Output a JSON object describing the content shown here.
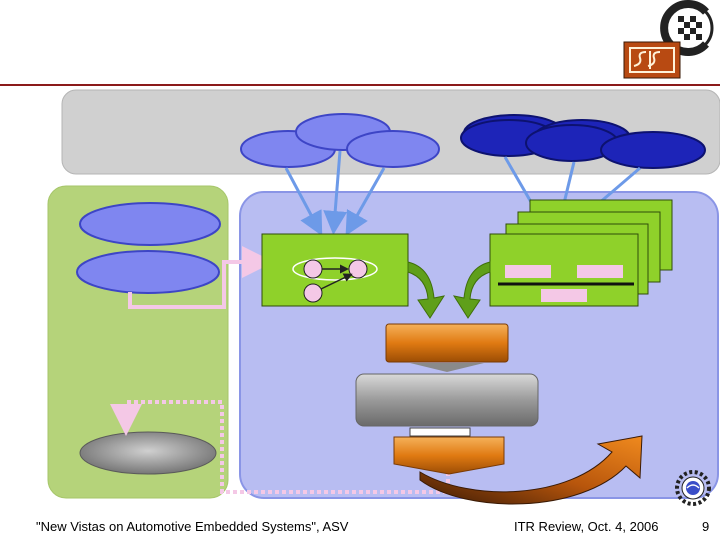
{
  "footer": {
    "left": "\"New Vistas on Automotive Embedded Systems\", ASV",
    "center": "ITR Review, Oct. 4, 2006",
    "page": "9"
  },
  "colors": {
    "top_rule": "#8b1a1a",
    "top_panel": "#d0d0d0",
    "left_panel": "#b5d37a",
    "right_panel": "#b8bdf2",
    "light_ellipse": "#7f86f0",
    "dark_ellipse": "#1d24b8",
    "green_box": "#8fd12a",
    "orange": "#e07a12",
    "gray_block": "#9a9a9a",
    "arrow_blue": "#6d9ae8",
    "arrow_green": "#5f9f1a",
    "pink": "#f4c8e6"
  },
  "icons": {
    "top_logo": "c-chess-logo-icon",
    "sis_logo": "sis-logo-icon",
    "bottom_logo": "nsf-gear-logo-icon"
  }
}
